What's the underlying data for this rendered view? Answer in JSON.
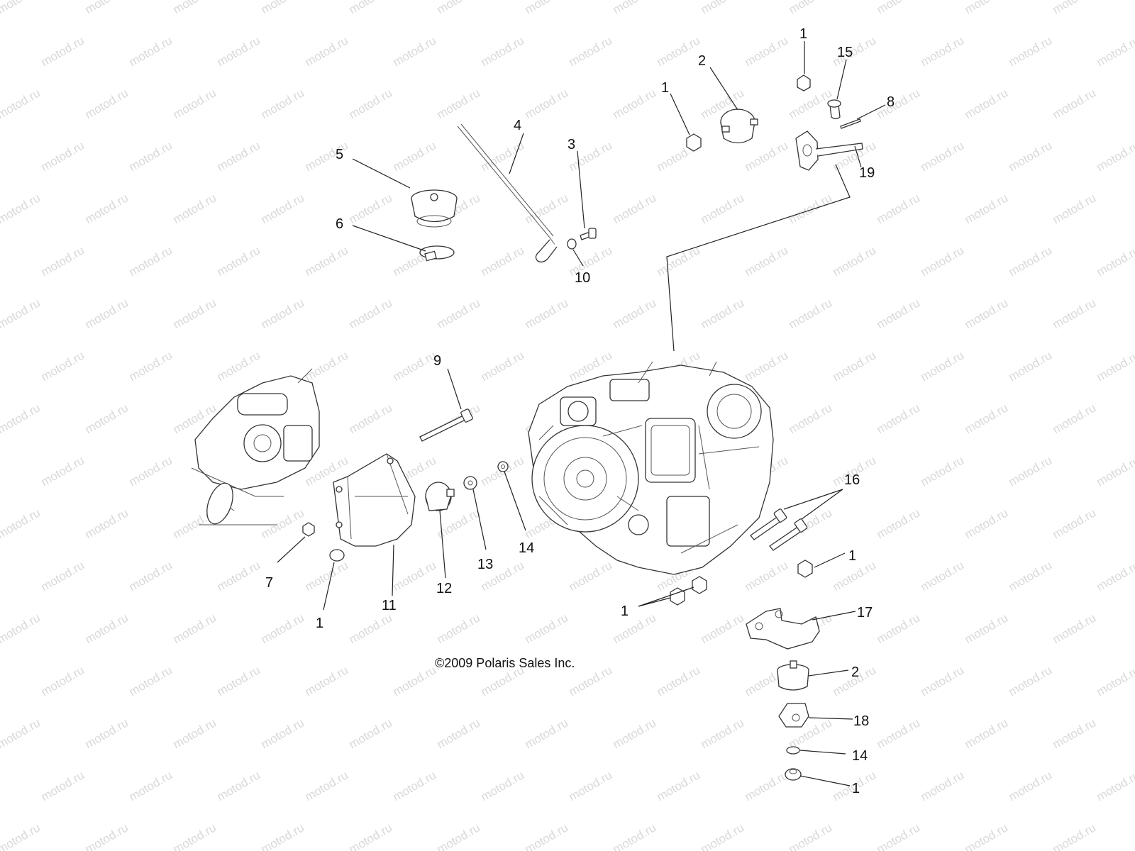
{
  "watermark": {
    "text": "motod.ru",
    "color": "#d9d9d9"
  },
  "copyright": "©2009 Polaris Sales Inc.",
  "callouts": [
    {
      "id": "c1a",
      "text": "1"
    },
    {
      "id": "c15",
      "text": "15"
    },
    {
      "id": "c2a",
      "text": "2"
    },
    {
      "id": "c1b",
      "text": "1"
    },
    {
      "id": "c8",
      "text": "8"
    },
    {
      "id": "c19",
      "text": "19"
    },
    {
      "id": "c4",
      "text": "4"
    },
    {
      "id": "c3",
      "text": "3"
    },
    {
      "id": "c5",
      "text": "5"
    },
    {
      "id": "c6",
      "text": "6"
    },
    {
      "id": "c10",
      "text": "10"
    },
    {
      "id": "c9",
      "text": "9"
    },
    {
      "id": "c16",
      "text": "16"
    },
    {
      "id": "c1c",
      "text": "1"
    },
    {
      "id": "c7",
      "text": "7"
    },
    {
      "id": "c1d",
      "text": "1"
    },
    {
      "id": "c11",
      "text": "11"
    },
    {
      "id": "c12",
      "text": "12"
    },
    {
      "id": "c13",
      "text": "13"
    },
    {
      "id": "c14a",
      "text": "14"
    },
    {
      "id": "c1e",
      "text": "1"
    },
    {
      "id": "c17",
      "text": "17"
    },
    {
      "id": "c2b",
      "text": "2"
    },
    {
      "id": "c18",
      "text": "18"
    },
    {
      "id": "c14b",
      "text": "14"
    },
    {
      "id": "c1f",
      "text": "1"
    }
  ]
}
